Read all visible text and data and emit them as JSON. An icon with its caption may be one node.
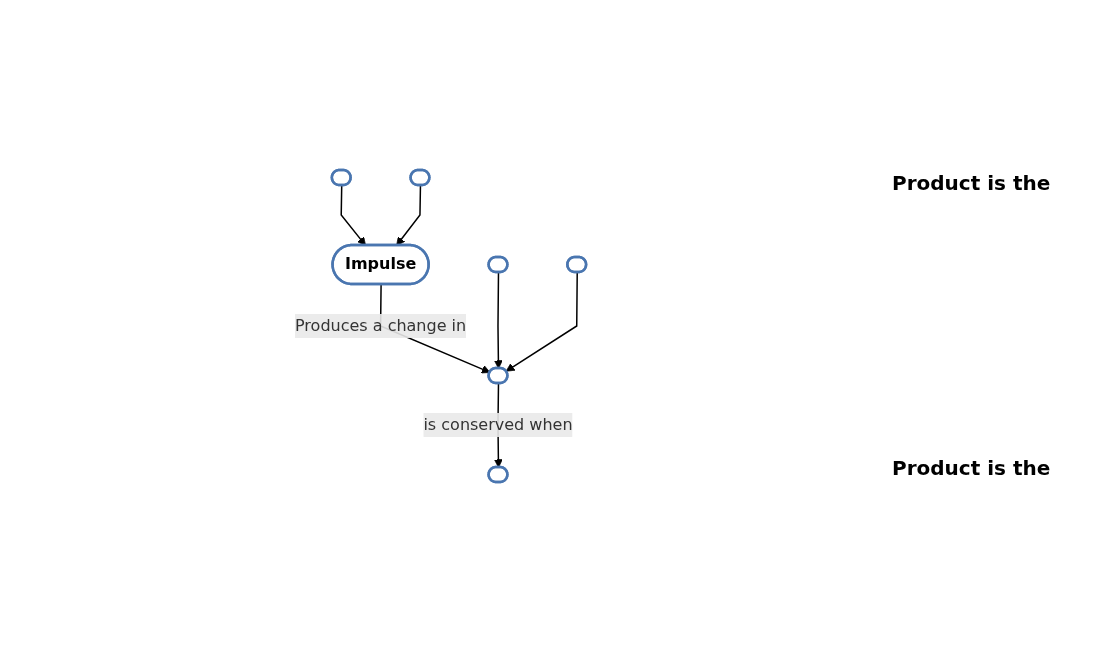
{
  "diagram": {
    "nodes": [
      {
        "text": [],
        "shape": "ellipse"
      },
      {
        "text": [],
        "shape": "ellipse"
      },
      {
        "text": [
          "Impulse"
        ]
      },
      {
        "text": [],
        "shape": "ellipse"
      },
      {
        "text": [],
        "shape": "ellipse"
      },
      {
        "text": [],
        "shape": "ellipse"
      },
      {
        "text": [],
        "shape": "ellipse"
      }
    ],
    "edges": [
      {
        "from": 0,
        "to": 2,
        "arrow": "to"
      },
      {
        "from": 1,
        "to": 2,
        "arrow": "to"
      },
      {
        "from": 2,
        "to": 3,
        "arrow": "to",
        "label": "Produces a change in"
      },
      {
        "from": 4,
        "to": 3,
        "arrow": "to"
      },
      {
        "from": 5,
        "to": 3,
        "arrow": "to"
      },
      {
        "from": 3,
        "to": 6,
        "arrow": "to",
        "label": "is conserved when"
      }
    ],
    "labels": [
      "Product is the",
      "Product is the"
    ]
  }
}
